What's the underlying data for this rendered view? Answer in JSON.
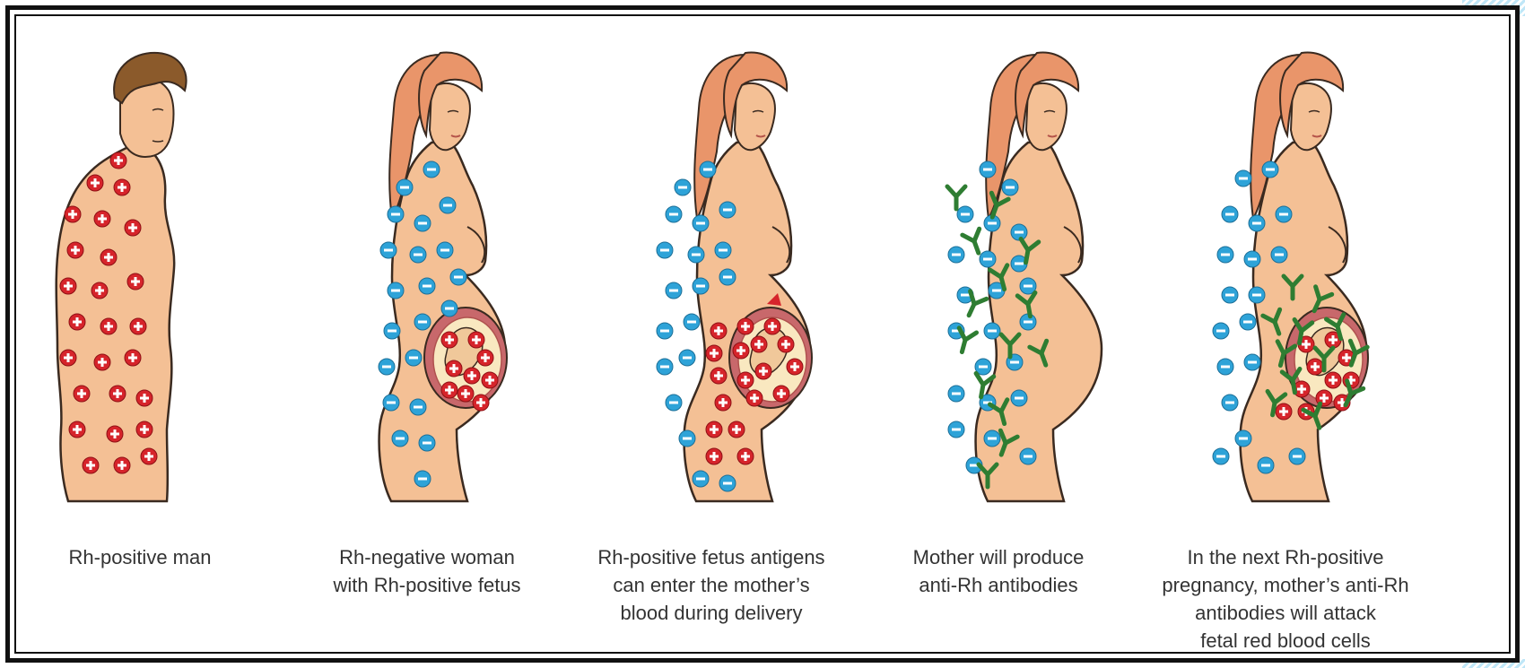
{
  "colors": {
    "skin": "#f4c095",
    "outline": "#3a2a20",
    "male_hair": "#8b5a2b",
    "female_hair": "#e9956a",
    "rh_positive": "#d6242b",
    "rh_negative": "#2ea3d8",
    "antibody": "#2e7d32",
    "womb": "#f9e8c0"
  },
  "icons": {
    "positive_antigen": "circle-plus-icon",
    "negative_antigen": "circle-minus-icon",
    "antibody": "y-shape-icon"
  },
  "panels": [
    {
      "id": "man",
      "caption_lines": [
        "Rh-positive man"
      ]
    },
    {
      "id": "woman",
      "caption_lines": [
        "Rh-negative woman",
        "with Rh-positive fetus"
      ]
    },
    {
      "id": "delivery",
      "caption_lines": [
        "Rh-positive fetus antigens",
        "can enter the mother’s",
        "blood during delivery"
      ]
    },
    {
      "id": "antibodies",
      "caption_lines": [
        "Mother will produce",
        "anti-Rh antibodies"
      ]
    },
    {
      "id": "next",
      "caption_lines": [
        "In the next Rh-positive",
        "pregnancy, mother’s anti-Rh",
        "antibodies will attack",
        "fetal red blood cells"
      ]
    }
  ]
}
